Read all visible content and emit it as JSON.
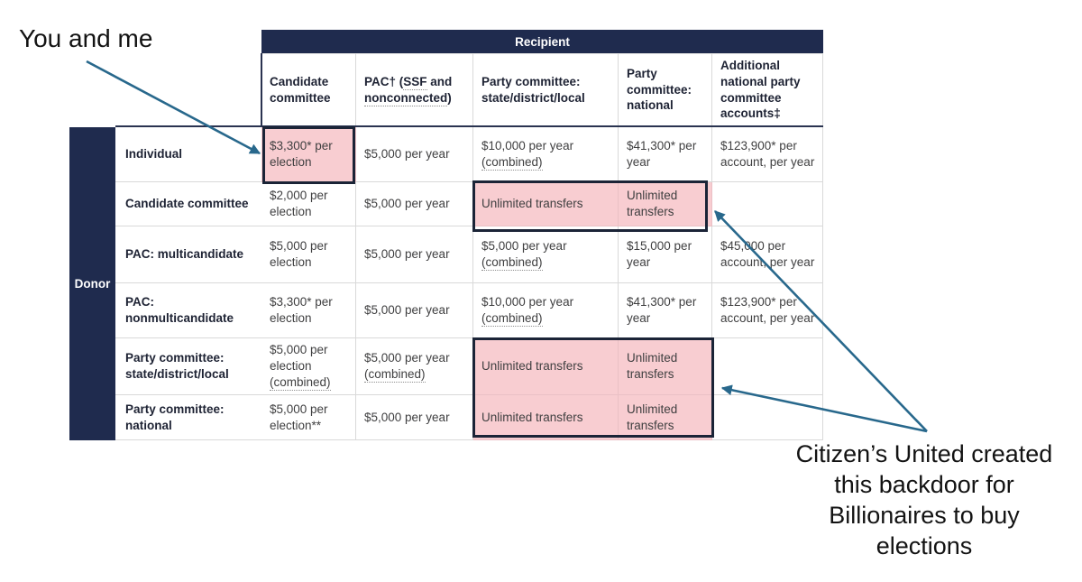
{
  "annotations": {
    "top_left": {
      "text": "You and me"
    },
    "bottom_right": {
      "text": "Citizen’s United created\nthis backdoor for\nBillionaires to buy\nelections"
    }
  },
  "table": {
    "recipient_header": "Recipient",
    "donor_header": "Donor",
    "columns": [
      {
        "label": "Candidate committee"
      },
      {
        "parts": {
          "p1": "PAC† (",
          "u1": "SSF",
          "p2": " and ",
          "u2": "nonconnected",
          "p3": ")"
        }
      },
      {
        "label": "Party committee: state/district/local"
      },
      {
        "label": "Party committee: national"
      },
      {
        "label": "Additional national party committee accounts‡"
      }
    ],
    "rows": [
      {
        "label": "Individual",
        "cells": [
          {
            "text": "$3,300* per election"
          },
          {
            "text": "$5,000 per year"
          },
          {
            "text": "$10,000 per year ",
            "underlined": "(combined)"
          },
          {
            "text": "$41,300* per year"
          },
          {
            "text": "$123,900* per account, per year"
          }
        ]
      },
      {
        "label": "Candidate committee",
        "cells": [
          {
            "text": "$2,000 per election"
          },
          {
            "text": "$5,000 per year"
          },
          {
            "text": "Unlimited transfers"
          },
          {
            "text": "Unlimited transfers"
          },
          {
            "text": ""
          }
        ]
      },
      {
        "label": "PAC: multicandidate",
        "cells": [
          {
            "text": "$5,000 per election"
          },
          {
            "text": "$5,000 per year"
          },
          {
            "text": "$5,000 per year ",
            "underlined": "(combined)"
          },
          {
            "text": "$15,000 per year"
          },
          {
            "text": "$45,000 per account, per year"
          }
        ]
      },
      {
        "label": "PAC: nonmulticandidate",
        "cells": [
          {
            "text": "$3,300* per election"
          },
          {
            "text": "$5,000 per year"
          },
          {
            "text": "$10,000 per year ",
            "underlined": "(combined)"
          },
          {
            "text": "$41,300* per year"
          },
          {
            "text": "$123,900* per account, per year"
          }
        ]
      },
      {
        "label": "Party committee: state/district/local",
        "cells": [
          {
            "text": "$5,000 per election ",
            "underlined": "(combined)"
          },
          {
            "text": "$5,000 per year ",
            "underlined": "(combined)"
          },
          {
            "text": "Unlimited transfers"
          },
          {
            "text": "Unlimited transfers"
          },
          {
            "text": ""
          }
        ]
      },
      {
        "label": "Party committee: national",
        "cells": [
          {
            "text": "$5,000 per election**"
          },
          {
            "text": "$5,000 per year"
          },
          {
            "text": "Unlimited transfers"
          },
          {
            "text": "Unlimited transfers"
          },
          {
            "text": ""
          }
        ]
      }
    ]
  },
  "colors": {
    "header_navy": "#1f2b4e",
    "highlight_pink": "#f8cdd1",
    "highlight_box_border": "#1b2437",
    "arrow_blue": "#28688c"
  },
  "chart_data": {
    "type": "table",
    "title": "Recipient",
    "row_axis_label": "Donor",
    "columns": [
      "Candidate committee",
      "PAC† (SSF and nonconnected)",
      "Party committee: state/district/local",
      "Party committee: national",
      "Additional national party committee accounts‡"
    ],
    "rows": [
      {
        "donor": "Individual",
        "values": [
          "$3,300* per election",
          "$5,000 per year",
          "$10,000 per year (combined)",
          "$41,300* per year",
          "$123,900* per account, per year"
        ]
      },
      {
        "donor": "Candidate committee",
        "values": [
          "$2,000 per election",
          "$5,000 per year",
          "Unlimited transfers",
          "Unlimited transfers",
          ""
        ]
      },
      {
        "donor": "PAC: multicandidate",
        "values": [
          "$5,000 per election",
          "$5,000 per year",
          "$5,000 per year (combined)",
          "$15,000 per year",
          "$45,000 per account, per year"
        ]
      },
      {
        "donor": "PAC: nonmulticandidate",
        "values": [
          "$3,300* per election",
          "$5,000 per year",
          "$10,000 per year (combined)",
          "$41,300* per year",
          "$123,900* per account, per year"
        ]
      },
      {
        "donor": "Party committee: state/district/local",
        "values": [
          "$5,000 per election (combined)",
          "$5,000 per year (combined)",
          "Unlimited transfers",
          "Unlimited transfers",
          ""
        ]
      },
      {
        "donor": "Party committee: national",
        "values": [
          "$5,000 per election**",
          "$5,000 per year",
          "Unlimited transfers",
          "Unlimited transfers",
          ""
        ]
      }
    ],
    "highlighted_cells": [
      "Individual × Candidate committee",
      "Candidate committee × Party committee: state/district/local + national (Unlimited transfers)",
      "Party committee: state/district/local & national × Party committee: state/district/local + national (Unlimited transfers)"
    ],
    "annotations": [
      "You and me → $3,300* per election cell",
      "Citizen’s United created this backdoor for Billionaires to buy elections → Unlimited transfers cells"
    ]
  }
}
